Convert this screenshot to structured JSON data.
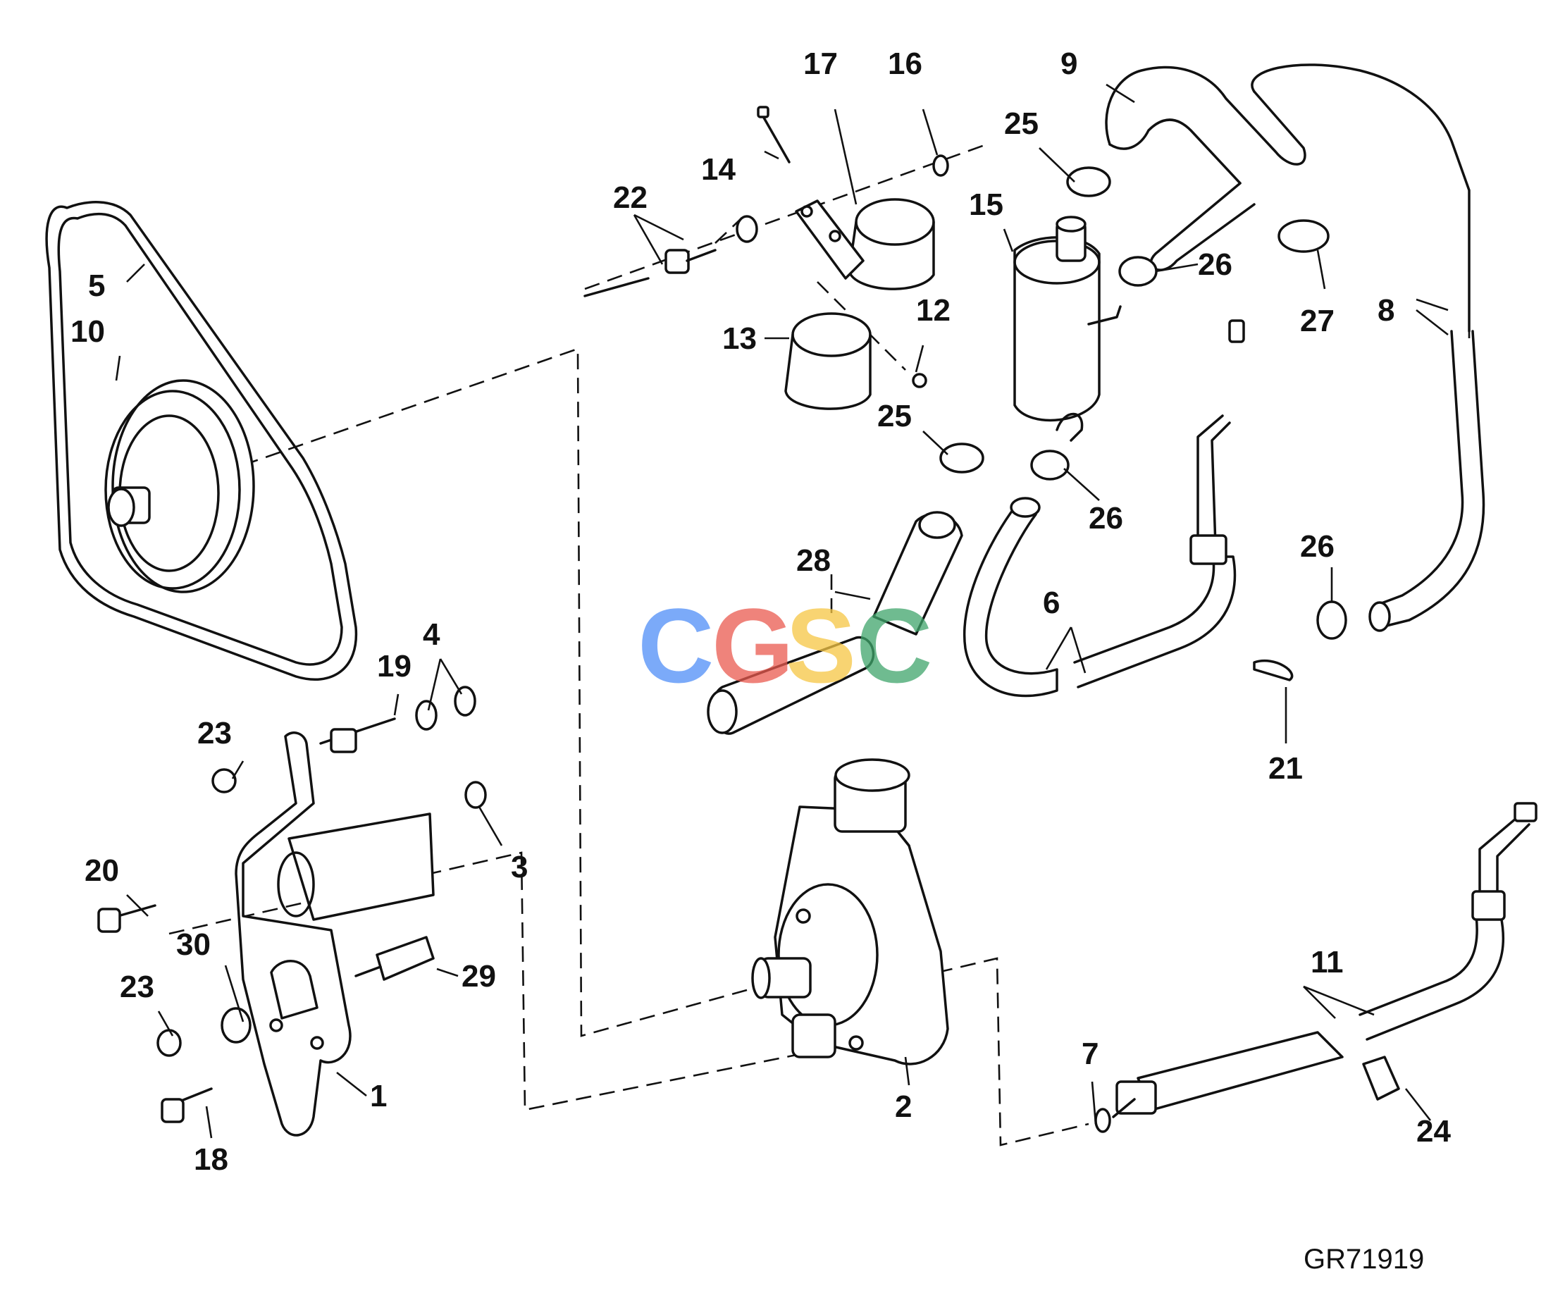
{
  "figure_id": "GR71919",
  "watermark": {
    "letters": [
      "C",
      "G",
      "S",
      "C"
    ],
    "colors": [
      "#4f8ef7",
      "#ea5a4f",
      "#f6c644",
      "#3fa56b"
    ]
  },
  "callouts": [
    {
      "id": "c1",
      "text": "1"
    },
    {
      "id": "c2",
      "text": "2"
    },
    {
      "id": "c3",
      "text": "3"
    },
    {
      "id": "c4",
      "text": "4"
    },
    {
      "id": "c5",
      "text": "5"
    },
    {
      "id": "c6",
      "text": "6"
    },
    {
      "id": "c7",
      "text": "7"
    },
    {
      "id": "c8",
      "text": "8"
    },
    {
      "id": "c9",
      "text": "9"
    },
    {
      "id": "c10",
      "text": "10"
    },
    {
      "id": "c11",
      "text": "11"
    },
    {
      "id": "c12",
      "text": "12"
    },
    {
      "id": "c13",
      "text": "13"
    },
    {
      "id": "c14",
      "text": "14"
    },
    {
      "id": "c15",
      "text": "15"
    },
    {
      "id": "c16",
      "text": "16"
    },
    {
      "id": "c17",
      "text": "17"
    },
    {
      "id": "c18",
      "text": "18"
    },
    {
      "id": "c19",
      "text": "19"
    },
    {
      "id": "c20",
      "text": "20"
    },
    {
      "id": "c21",
      "text": "21"
    },
    {
      "id": "c22",
      "text": "22"
    },
    {
      "id": "c23a",
      "text": "23"
    },
    {
      "id": "c23b",
      "text": "23"
    },
    {
      "id": "c24",
      "text": "24"
    },
    {
      "id": "c25a",
      "text": "25"
    },
    {
      "id": "c25b",
      "text": "25"
    },
    {
      "id": "c26a",
      "text": "26"
    },
    {
      "id": "c26b",
      "text": "26"
    },
    {
      "id": "c26c",
      "text": "26"
    },
    {
      "id": "c27",
      "text": "27"
    },
    {
      "id": "c28",
      "text": "28"
    },
    {
      "id": "c29",
      "text": "29"
    },
    {
      "id": "c30",
      "text": "30"
    }
  ]
}
